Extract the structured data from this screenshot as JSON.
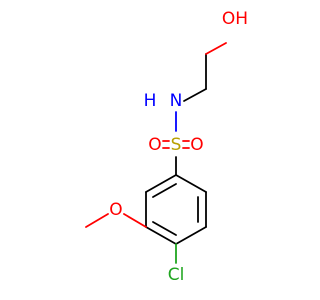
{
  "molecule": {
    "atoms": {
      "oh": "OH",
      "nh": "NH",
      "n": "N",
      "h_on_n": "H",
      "s": "S",
      "o_left": "O",
      "o_right": "O",
      "o_methoxy": "O",
      "cl": "Cl"
    },
    "colors": {
      "carbon": "#000000",
      "oxygen": "#ff0000",
      "nitrogen": "#0000ff",
      "sulfur": "#b8a000",
      "chlorine": "#1fa51f"
    }
  }
}
